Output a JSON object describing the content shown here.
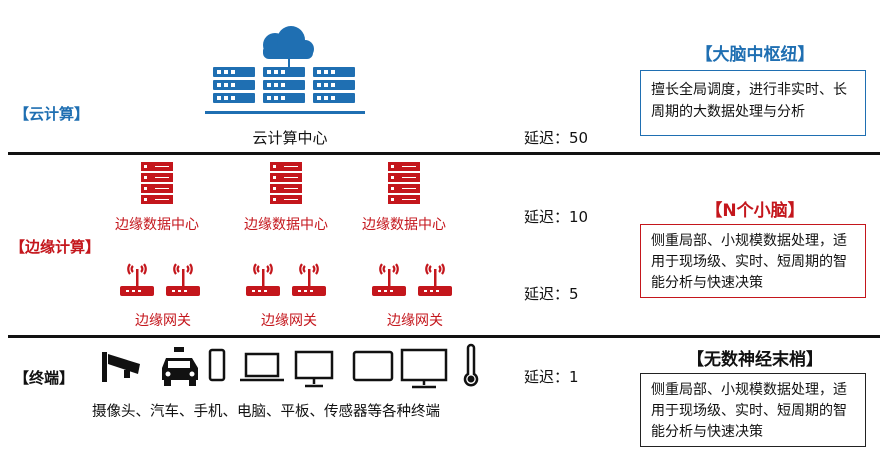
{
  "colors": {
    "cloud": "#1f6fb2",
    "edge": "#c4161c",
    "device": "#111111"
  },
  "cloud_tier": {
    "label": "【云计算】",
    "node_label": "云计算中心",
    "latency": "延迟：50",
    "box_title": "【大脑中枢纽】",
    "box_text": "擅长全局调度，进行非实时、长周期的大数据处理与分析"
  },
  "edge_tier": {
    "label": "【边缘计算】",
    "datacenters": [
      {
        "label": "边缘数据中心",
        "icon": "server-rack-icon"
      },
      {
        "label": "边缘数据中心",
        "icon": "server-rack-icon"
      },
      {
        "label": "边缘数据中心",
        "icon": "server-rack-icon"
      }
    ],
    "gateways": [
      {
        "label": "边缘网关",
        "icon": "wifi-router-icon"
      },
      {
        "label": "边缘网关",
        "icon": "wifi-router-icon"
      },
      {
        "label": "边缘网关",
        "icon": "wifi-router-icon"
      }
    ],
    "latency_dc": "延迟：10",
    "latency_gw": "延迟：5",
    "box_title": "【N个小脑】",
    "box_text": "侧重局部、小规模数据处理，适用于现场级、实时、短周期的智能分析与快速决策"
  },
  "terminal_tier": {
    "label": "【终端】",
    "devices_label": "摄像头、汽车、手机、电脑、平板、传感器等各种终端",
    "device_icons": [
      "camera-icon",
      "car-icon",
      "phone-icon",
      "laptop-icon",
      "monitor-icon",
      "tablet-icon",
      "desktop-icon",
      "thermometer-icon"
    ],
    "latency": "延迟：1",
    "box_title": "【无数神经末梢】",
    "box_text": "侧重局部、小规模数据处理，适用于现场级、实时、短周期的智能分析与快速决策"
  }
}
